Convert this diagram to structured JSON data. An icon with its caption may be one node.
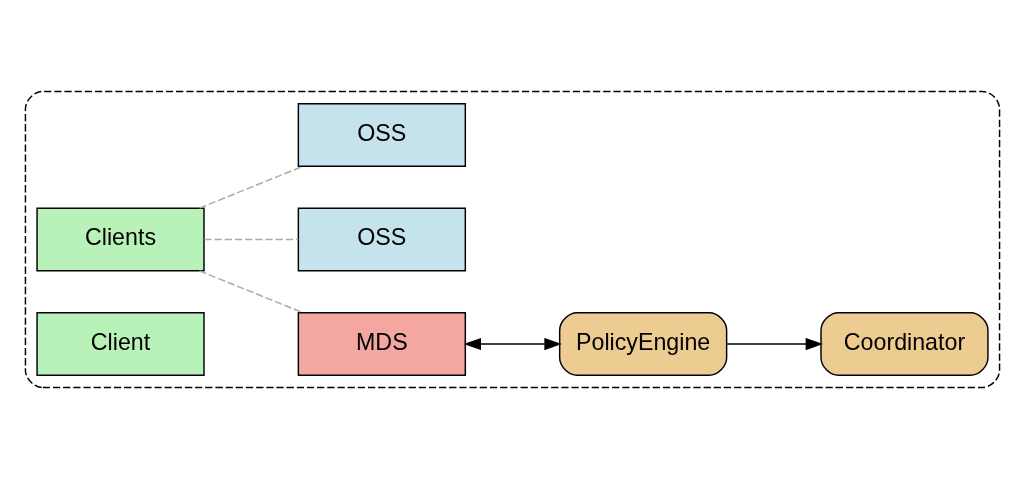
{
  "diagram": {
    "nodes": [
      {
        "text": [],
        "shape": "box"
      },
      {
        "text": [
          "Clients"
        ],
        "in": 0
      },
      {
        "text": [
          "MDS"
        ],
        "in": 0
      },
      {
        "text": [
          "OSS"
        ],
        "in": 0
      },
      {
        "text": [
          "OSS"
        ],
        "in": 0
      },
      {
        "text": [
          "Coordinator"
        ],
        "in": 0
      },
      {
        "text": [
          "PolicyEngine"
        ],
        "in": 0
      },
      {
        "text": [
          "Client"
        ],
        "in": 0
      }
    ],
    "edges": [
      {
        "from": 1,
        "to": 2,
        "arrow": "none",
        "style": "dashed"
      },
      {
        "from": 1,
        "to": 3,
        "arrow": "none",
        "style": "dashed"
      },
      {
        "from": 1,
        "to": 4,
        "arrow": "none",
        "style": "dashed"
      },
      {
        "from": 2,
        "to": 6,
        "arrow": "both",
        "color": "#000000"
      },
      {
        "from": 6,
        "to": 5,
        "arrow": "to",
        "color": "#000000"
      }
    ]
  }
}
